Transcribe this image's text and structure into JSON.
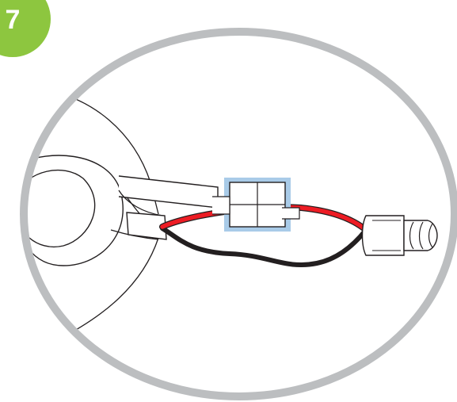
{
  "step": {
    "number": "7",
    "badge_color": "#8dc63f"
  },
  "colors": {
    "frame_ring": "#bcbec0",
    "outline": "#231f20",
    "red_wire": "#ed1c24",
    "black_wire": "#231f20",
    "clip_highlight": "#a9cbe8"
  },
  "icons": {
    "step_badge": "step-number-badge",
    "lamp": "motorcycle-turn-signal-lamp",
    "splice": "wire-splice-connector",
    "connector": "plug-connector"
  }
}
